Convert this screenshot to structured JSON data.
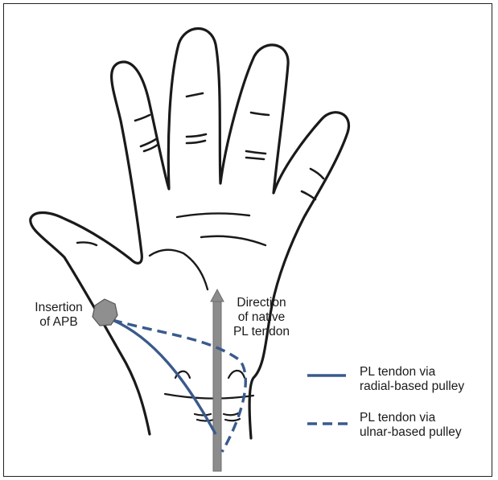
{
  "labels": {
    "insertion_line1": "Insertion",
    "insertion_line2": "of APB",
    "direction_line1": "Direction",
    "direction_line2": "of native",
    "direction_line3": "PL tendon",
    "legend_solid_line1": "PL tendon via",
    "legend_solid_line2": "radial-based pulley",
    "legend_dashed_line1": "PL tendon via",
    "legend_dashed_line2": "ulnar-based pulley"
  },
  "colors": {
    "outline": "#1a1a1a",
    "tendon": "#3a5a8c",
    "arrow": "#8c8c8c",
    "insertion_dot": "#8f8f8f"
  }
}
